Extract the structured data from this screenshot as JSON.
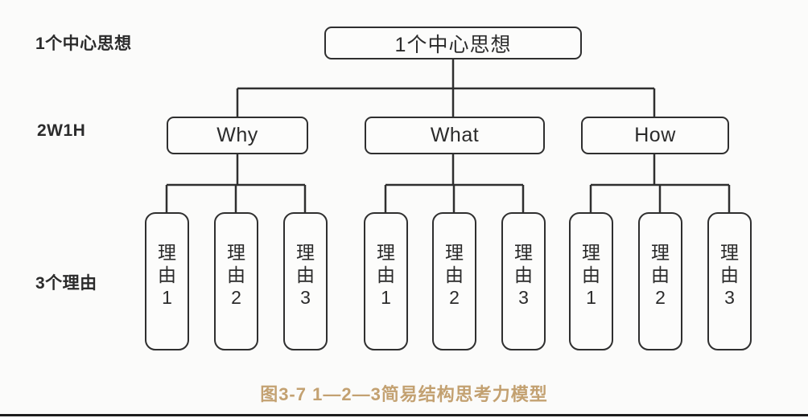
{
  "diagram": {
    "caption": "图3-7 1—2—3简易结构思考力模型",
    "caption_color": "#c3a171",
    "border_color": "#2f2f2f",
    "background_color": "#fbfbfa",
    "row_labels": [
      {
        "key": "center_idea",
        "text": "1个中心思想"
      },
      {
        "key": "two_w_one_h",
        "text": "2W1H"
      },
      {
        "key": "three_reasons",
        "text": "3个理由"
      }
    ],
    "root": {
      "label": "1个中心思想"
    },
    "branches": [
      {
        "label": "Why",
        "leaves": [
          {
            "text": "理由1"
          },
          {
            "text": "理由2"
          },
          {
            "text": "理由3"
          }
        ]
      },
      {
        "label": "What",
        "leaves": [
          {
            "text": "理由1"
          },
          {
            "text": "理由2"
          },
          {
            "text": "理由3"
          }
        ]
      },
      {
        "label": "How",
        "leaves": [
          {
            "text": "理由1"
          },
          {
            "text": "理由2"
          },
          {
            "text": "理由3"
          }
        ]
      }
    ]
  }
}
